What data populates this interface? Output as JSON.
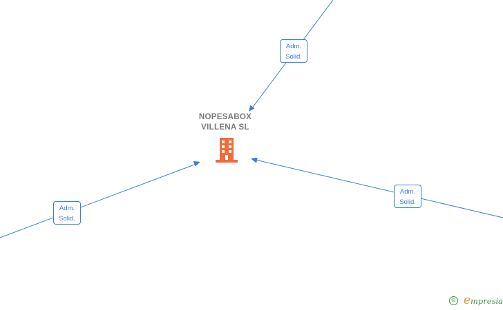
{
  "company": {
    "name_line1": "NOPESABOX",
    "name_line2": "VILLENA  SL",
    "icon": "building-icon",
    "icon_color": "#f26b3a"
  },
  "relations": [
    {
      "label_line1": "Adm.",
      "label_line2": "Solid."
    },
    {
      "label_line1": "Adm.",
      "label_line2": "Solid."
    },
    {
      "label_line1": "Adm.",
      "label_line2": "Solid."
    }
  ],
  "edge_color": "#3b7dd8",
  "brand": {
    "copyright_symbol": "©",
    "logo_initial": "e",
    "logo_text": "mpresia",
    "color": "#3d9a46",
    "accent_color": "#e8962f"
  }
}
